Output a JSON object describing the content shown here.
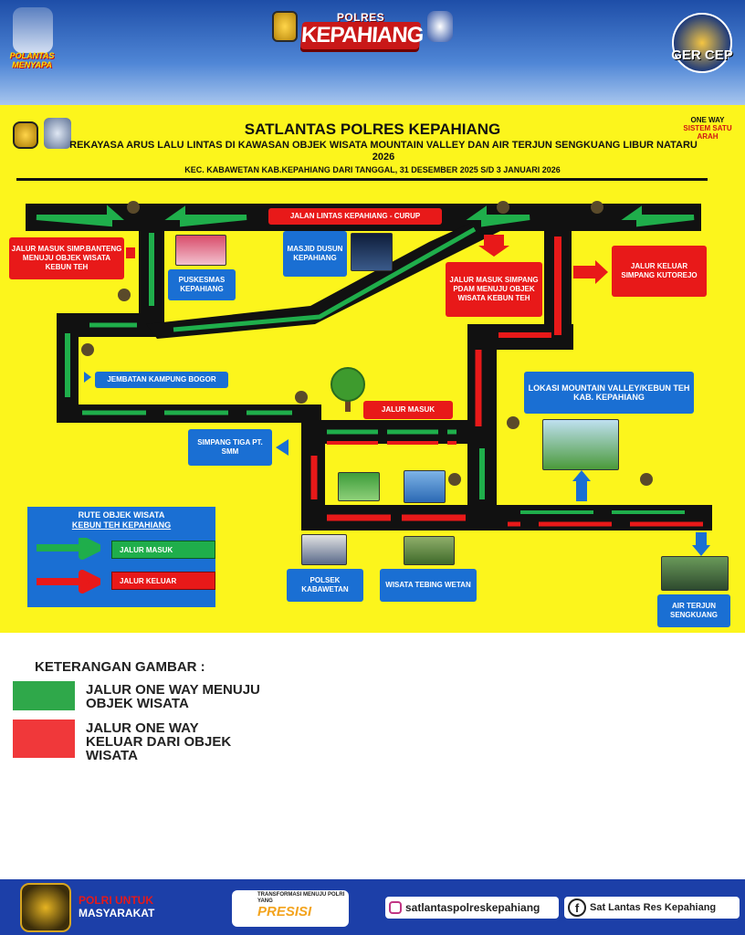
{
  "header": {
    "lantas_logo_text": "POLANTAS MENYAPA",
    "polres_sub": "POLRES",
    "polres_main": "KEPAHIANG",
    "gercep_text": "GER CEP"
  },
  "map": {
    "title": "SATLANTAS POLRES KEPAHIANG",
    "subtitle": "REKAYASA ARUS LALU LINTAS DI KAWASAN OBJEK WISATA MOUNTAIN VALLEY DAN AIR TERJUN SENGKUANG LIBUR NATARU 2026",
    "period": "KEC. KABAWETAN KAB.KEPAHIANG DARI TANGGAL, 31 DESEMBER 2025 S/D 3 JANUARI  2026",
    "one_way_a": "ONE WAY",
    "one_way_b": "SISTEM SATU ARAH",
    "labels": {
      "jalan_lintas": "JALAN LINTAS KEPAHIANG - CURUP",
      "jalur_masuk_banteng": "JALUR MASUK SIMP.BANTENG MENUJU OBJEK WISATA KEBUN TEH",
      "puskesmas": "PUSKESMAS KEPAHIANG",
      "masjid": "MASJID DUSUN KEPAHIANG",
      "jalur_masuk_pdam": "JALUR MASUK SIMPANG PDAM MENUJU OBJEK WISATA KEBUN TEH",
      "jalur_keluar_kutorejo": "JALUR KELUAR SIMPANG KUTOREJO",
      "jembatan": "JEMBATAN KAMPUNG BOGOR",
      "jalur_masuk": "JALUR MASUK",
      "simpang_tiga": "SIMPANG TIGA PT. SMM",
      "lokasi": "LOKASI MOUNTAIN VALLEY/KEBUN  TEH KAB. KEPAHIANG",
      "polsek": "POLSEK KABAWETAN",
      "wisata_tebing": "WISATA TEBING WETAN",
      "air_terjun": "AIR TERJUN SENGKUANG"
    },
    "legend": {
      "title_line1": "RUTE OBJEK WISATA",
      "title_line2": "KEBUN TEH KEPAHIANG",
      "masuk": "JALUR MASUK",
      "keluar": "JALUR KELUAR"
    },
    "colors": {
      "background": "#fcf51c",
      "road": "#111111",
      "entry_arrow": "#1fae4b",
      "exit_arrow": "#e81919",
      "info_arrow": "#1a6fd3"
    }
  },
  "keterangan": {
    "title": "KETERANGAN GAMBAR :",
    "green_text": "JALUR ONE WAY MENUJU OBJEK WISATA",
    "red_text": "JALUR ONE WAY KELUAR DARI OBJEK WISATA",
    "green_color": "#2fa84a",
    "red_color": "#f0383a"
  },
  "footer": {
    "polri_line1": "POLRI UNTUK",
    "polri_line2": "MASYARAKAT",
    "transform_text": "TRANSFORMASI MENUJU POLRI YANG",
    "presisi": "PRESISI",
    "instagram": "satlantaspolreskepahiang",
    "facebook": "Sat Lantas Res Kepahiang"
  }
}
